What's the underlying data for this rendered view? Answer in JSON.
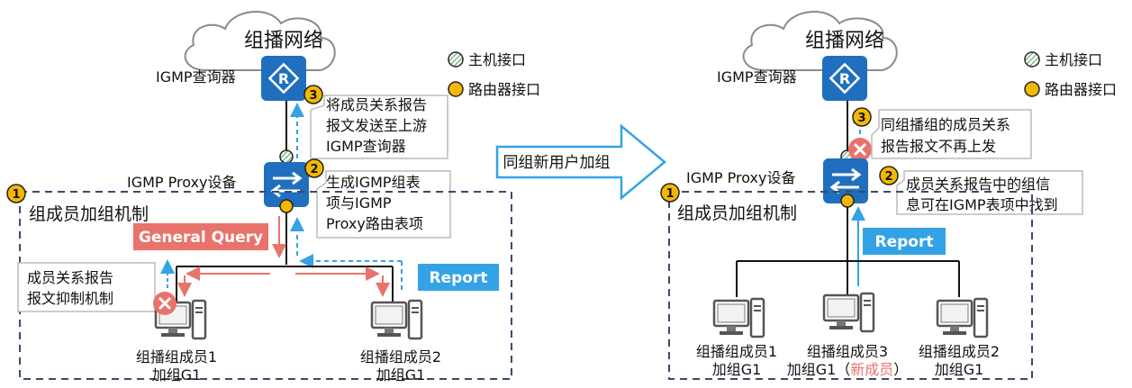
{
  "left": {
    "cloud_label": "组播网络",
    "querier_label": "IGMP查询器",
    "legend_host": "主机接口",
    "legend_router": "路由器接口",
    "step3_num": "3",
    "step3_text": [
      "将成员关系报告",
      "报文发送至上游",
      "IGMP查询器"
    ],
    "proxy_label": "IGMP Proxy设备",
    "step2_num": "2",
    "step2_text": [
      "生成IGMP组表",
      "项与IGMP",
      "Proxy路由表项"
    ],
    "step1_num": "1",
    "mechanism_label": "组成员加组机制",
    "general_query": "General Query",
    "report": "Report",
    "suppression_text": [
      "成员关系报告",
      "报文抑制机制"
    ],
    "member1": [
      "组播组成员1",
      "加组G1"
    ],
    "member2": [
      "组播组成员2",
      "加组G1"
    ]
  },
  "center_arrow": "同组新用户加组",
  "right": {
    "cloud_label": "组播网络",
    "querier_label": "IGMP查询器",
    "legend_host": "主机接口",
    "legend_router": "路由器接口",
    "step3_num": "3",
    "step3_text": [
      "同组播组的成员关系",
      "报告报文不再上发"
    ],
    "proxy_label": "IGMP Proxy设备",
    "step2_num": "2",
    "step2_text": [
      "成员关系报告中的组信",
      "息可在IGMP表项中找到"
    ],
    "step1_num": "1",
    "mechanism_label": "组成员加组机制",
    "report": "Report",
    "member1": [
      "组播组成员1",
      "加组G1"
    ],
    "member3_line1": "组播组成员3",
    "member3_line2_a": "加组G1（",
    "member3_line2_new": "新成员",
    "member3_line2_b": "）",
    "member2": [
      "组播组成员2",
      "加组G1"
    ]
  },
  "colors": {
    "router_blue": "#1f6fbe",
    "query_red": "#e8736b",
    "report_blue": "#33a3e6",
    "step_yellow": "#f5b800",
    "new_member_red": "#e8736b",
    "dashed_box": "#3a4a6a"
  }
}
